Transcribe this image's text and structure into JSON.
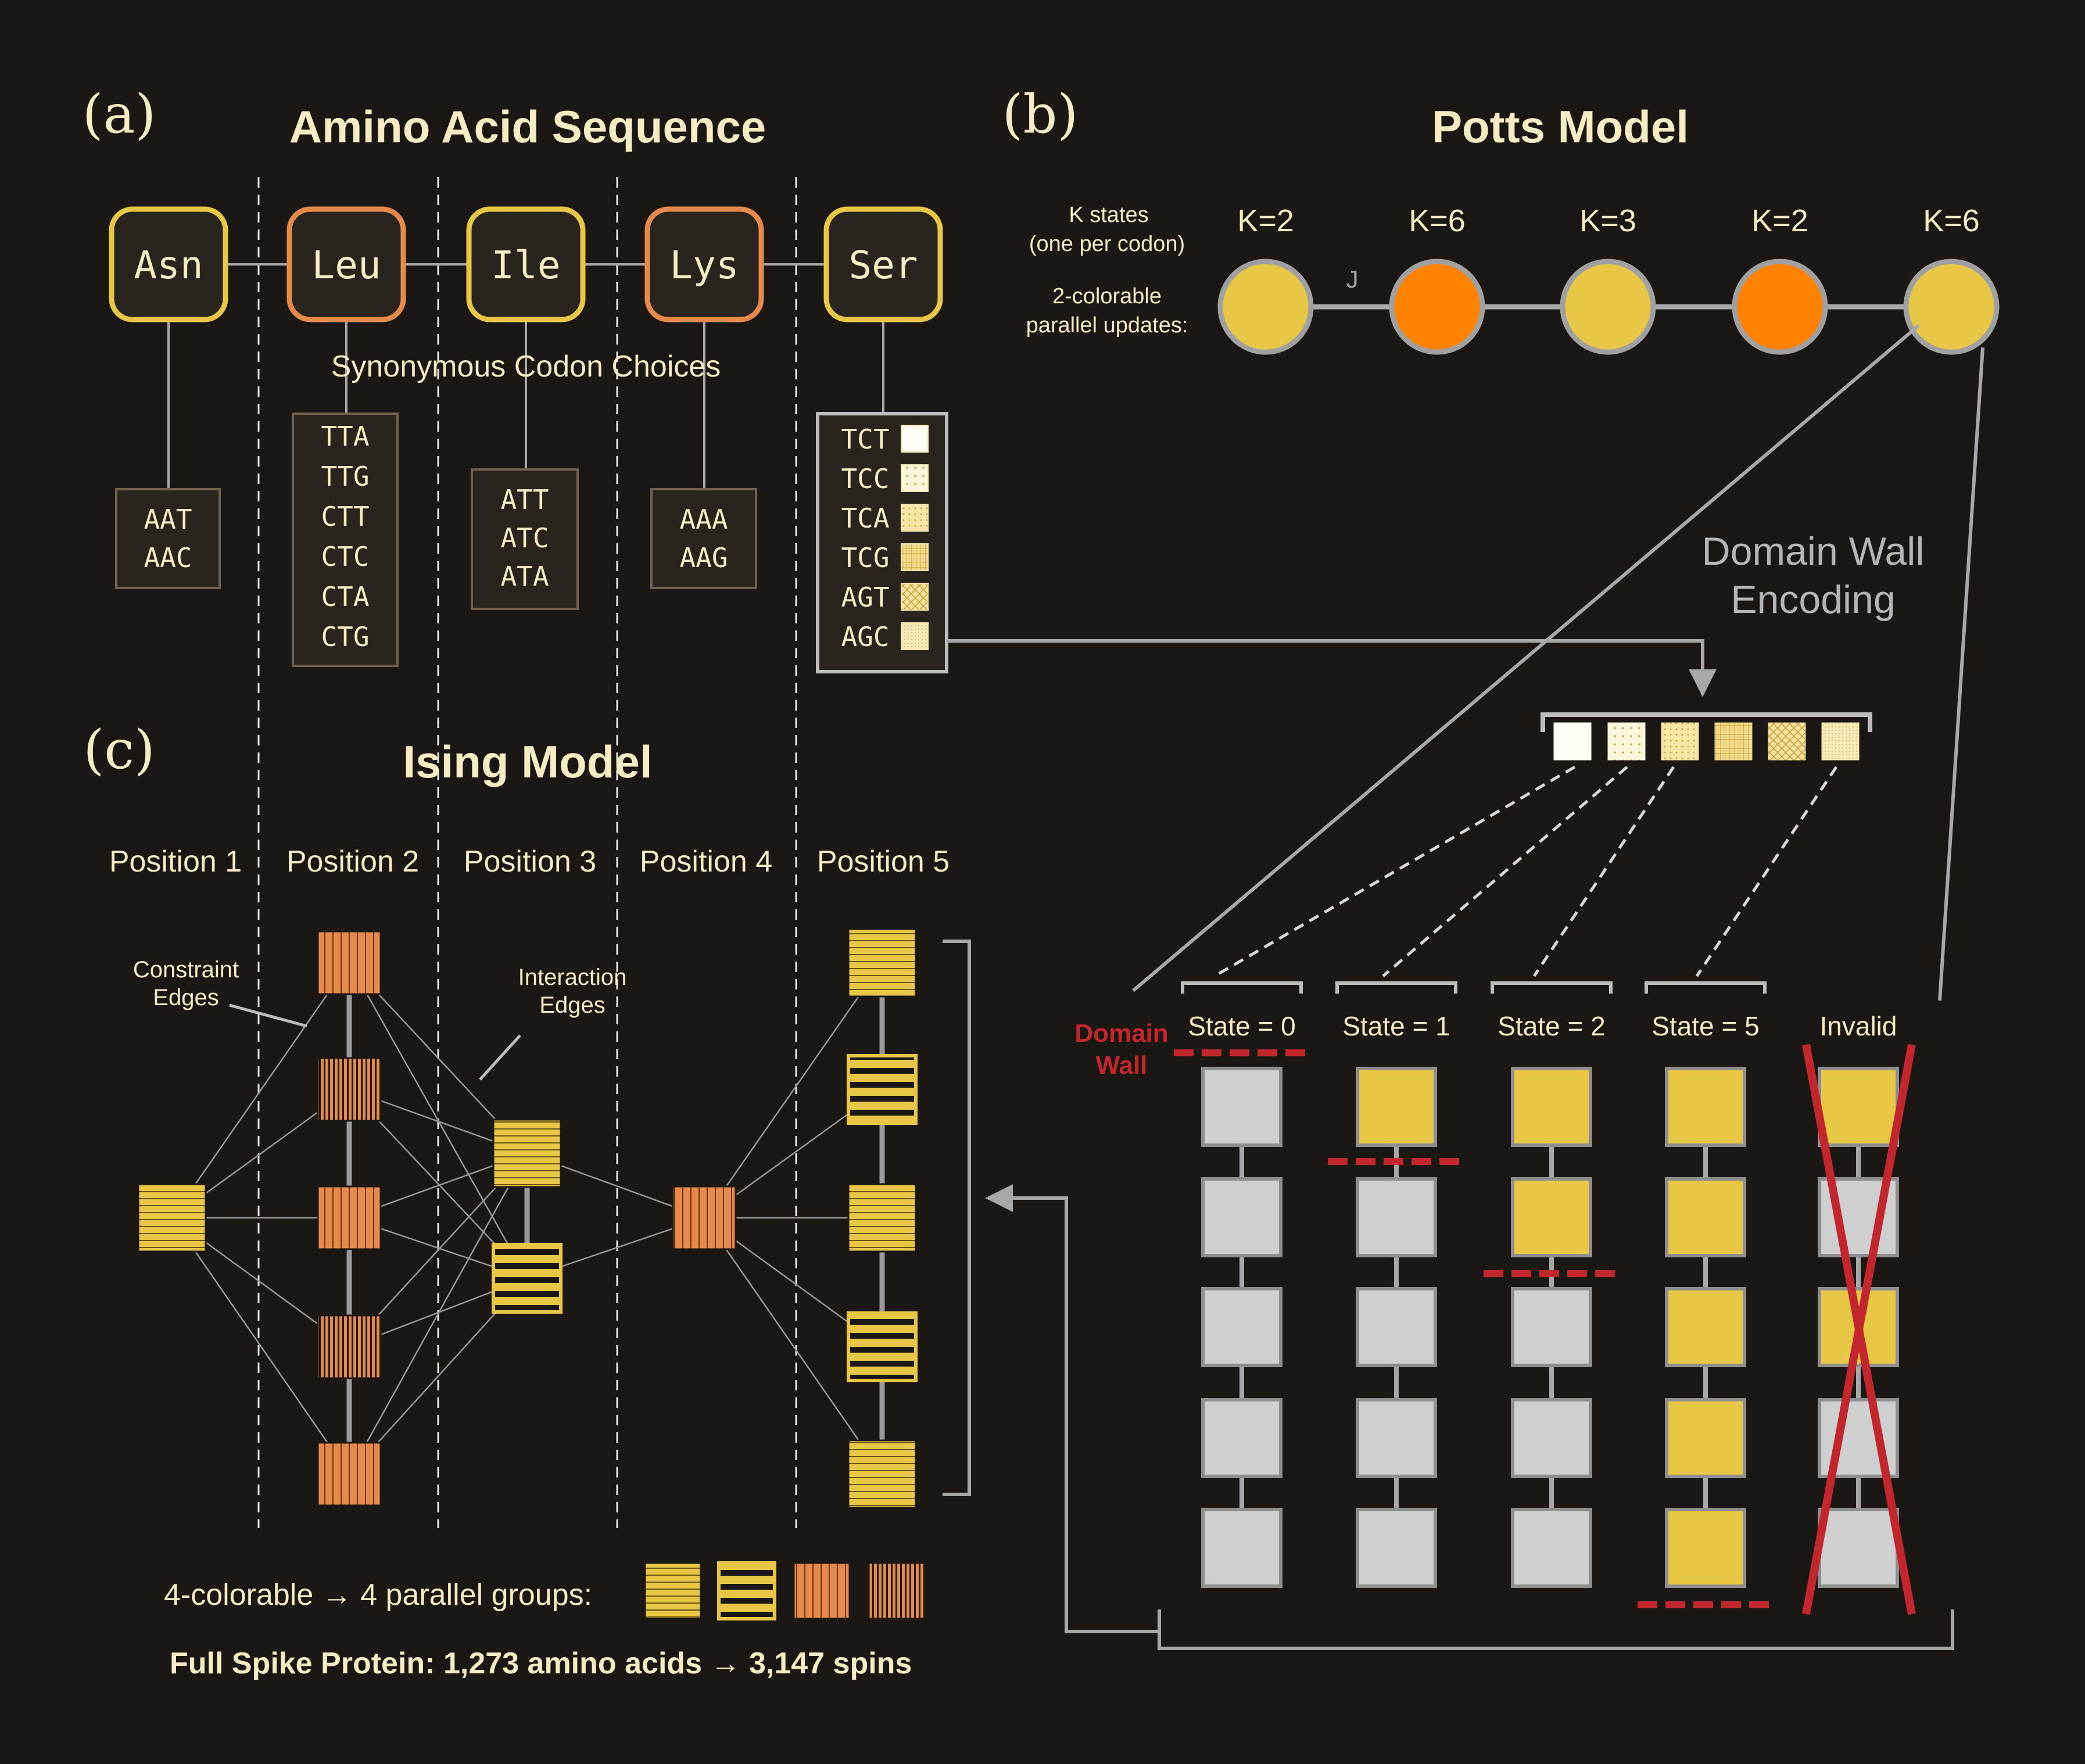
{
  "panel_a": {
    "label": "(a)",
    "title": "Amino Acid Sequence",
    "annotation": "Synonymous Codon Choices",
    "amino_acids": [
      {
        "name": "Asn",
        "color": "#e8c646",
        "codons": [
          "AAT",
          "AAC"
        ]
      },
      {
        "name": "Leu",
        "color": "#e58a4a",
        "codons": [
          "TTA",
          "TTG",
          "CTT",
          "CTC",
          "CTA",
          "CTG"
        ]
      },
      {
        "name": "Ile",
        "color": "#e8c646",
        "codons": [
          "ATT",
          "ATC",
          "ATA"
        ]
      },
      {
        "name": "Lys",
        "color": "#e58a4a",
        "codons": [
          "AAA",
          "AAG"
        ]
      },
      {
        "name": "Ser",
        "color": "#e8c646",
        "codons": [
          "TCT",
          "TCC",
          "TCA",
          "TCG",
          "AGT",
          "AGC"
        ]
      }
    ]
  },
  "panel_b": {
    "label": "(b)",
    "title": "Potts Model",
    "k_states_label_line1": "K states",
    "k_states_label_line2": "(one per codon)",
    "colorable_label_line1": "2-colorable",
    "colorable_label_line2": "parallel updates:",
    "coupling_label": "J",
    "nodes": [
      {
        "k": "K=2",
        "color": "#e8c646"
      },
      {
        "k": "K=6",
        "color": "#ff8200"
      },
      {
        "k": "K=3",
        "color": "#e8c646"
      },
      {
        "k": "K=2",
        "color": "#ff8200"
      },
      {
        "k": "K=6",
        "color": "#e8c646"
      }
    ],
    "domain_wall_title_line1": "Domain Wall",
    "domain_wall_title_line2": "Encoding",
    "domain_wall_label_line1": "Domain",
    "domain_wall_label_line2": "Wall",
    "columns": [
      {
        "label": "State = 0",
        "filled": 0
      },
      {
        "label": "State = 1",
        "filled": 1
      },
      {
        "label": "State = 2",
        "filled": 2
      },
      {
        "label": "State = 5",
        "filled": 5
      },
      {
        "label": "Invalid",
        "filled": -1
      }
    ]
  },
  "panel_c": {
    "label": "(c)",
    "title": "Ising Model",
    "positions": [
      "Position 1",
      "Position 2",
      "Position 3",
      "Position 4",
      "Position 5"
    ],
    "constraint_label_line1": "Constraint",
    "constraint_label_line2": "Edges",
    "interaction_label_line1": "Interaction",
    "interaction_label_line2": "Edges",
    "colorable_text": "4-colorable → 4 parallel groups:",
    "footer_text": "Full Spike Protein: 1,273 amino acids → 3,147 spins"
  },
  "colors": {
    "background": "#1b1714",
    "yellow": "#e8c646",
    "orange": "#e58a4a",
    "potts_orange": "#ff8200",
    "cream": "#f5ecc4",
    "grey": "#a8a8a8",
    "cell_grey": "#cfcfcf",
    "red": "#c1272d"
  }
}
